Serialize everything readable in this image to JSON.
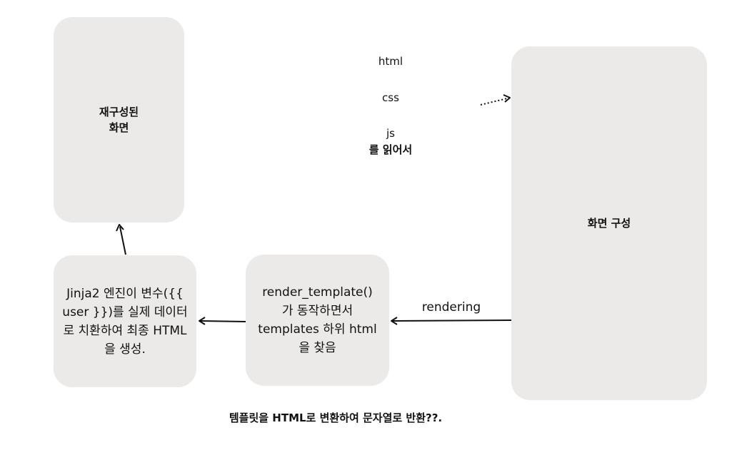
{
  "boxes": {
    "rebuilt_screen": "재구성된\n화면",
    "screen_build": "화면 구성",
    "jinja": "Jinja2 엔진이 변수({{\nuser }})를 실제 데이터\n로 치환하여 최종 HTML\n을 생성.",
    "render_template": "render_template()\n가 동작하면서\ntemplates 하위 html\n을 찾음"
  },
  "labels": {
    "html": "html",
    "css": "css",
    "js": "js",
    "read": "를 읽어서",
    "rendering": "rendering",
    "bottom_note": "템플릿을 HTML로 변환하여 문자열로 반환??."
  }
}
